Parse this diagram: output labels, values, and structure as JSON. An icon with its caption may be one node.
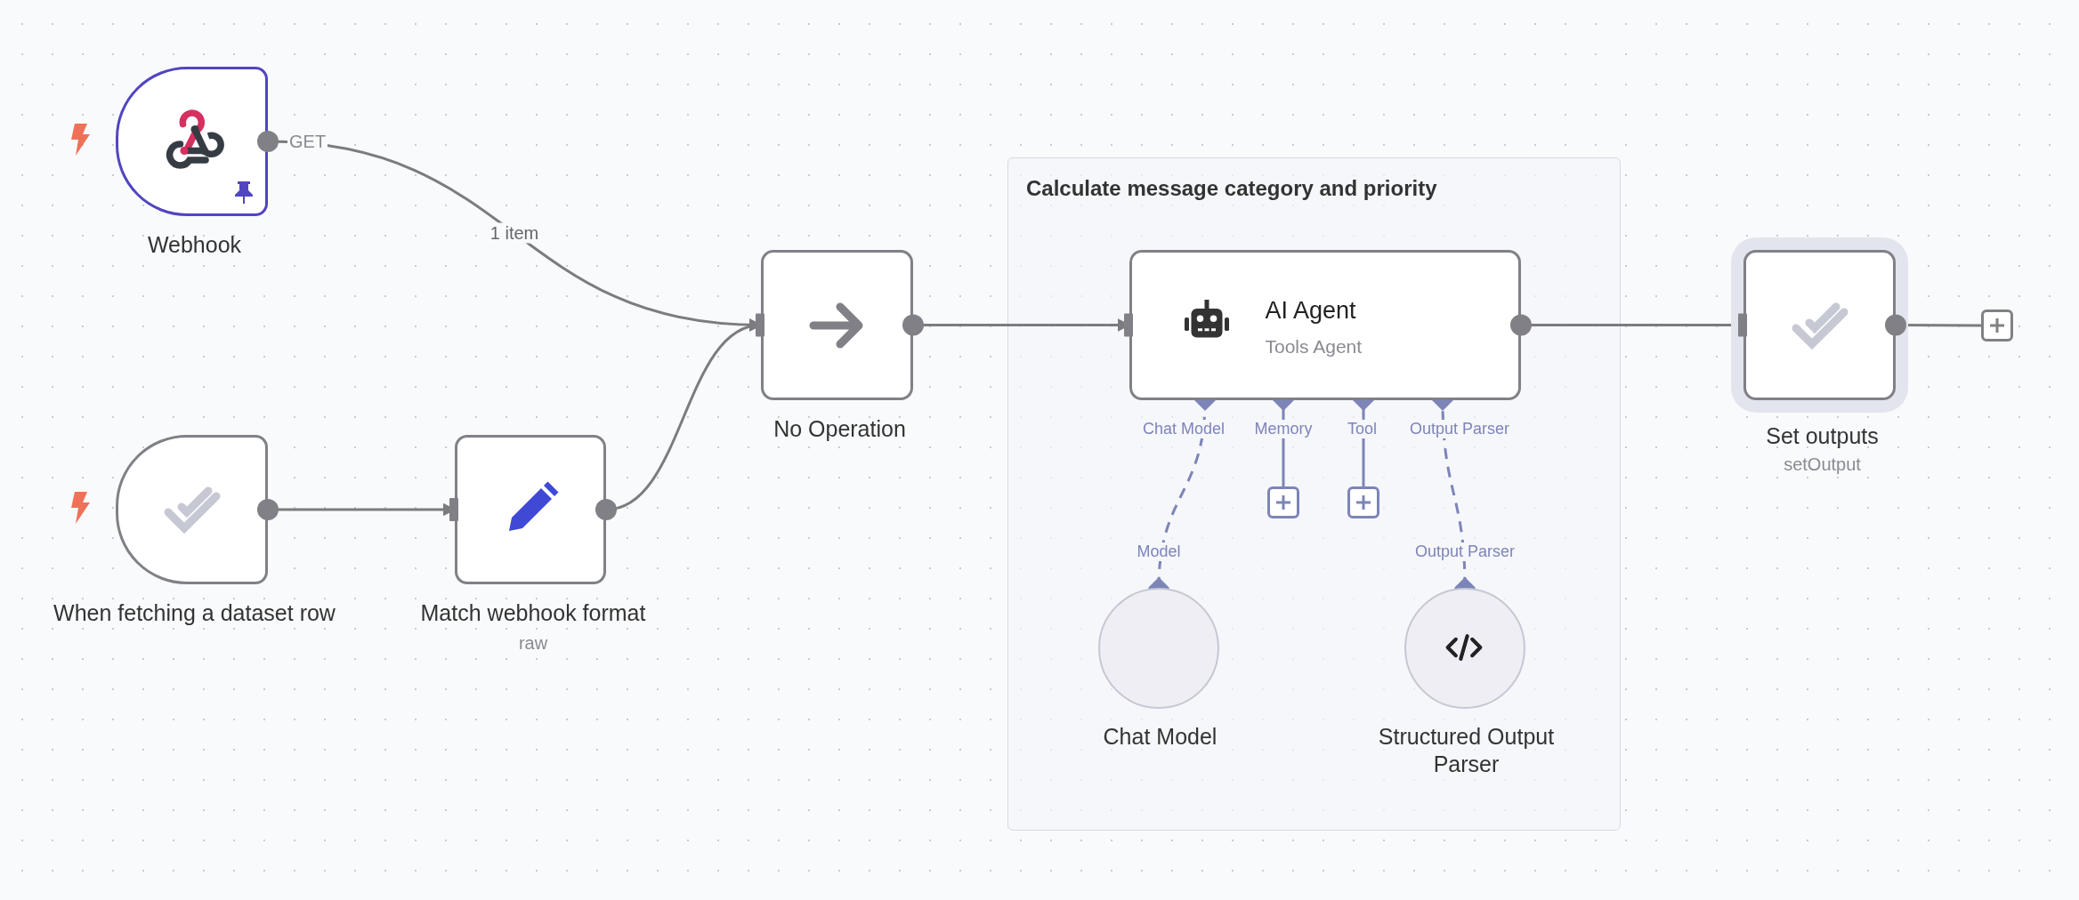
{
  "diagram": {
    "nodes": [
      {
        "text": [
          "Webhook"
        ]
      },
      {
        "text": [
          "When fetching a dataset row"
        ]
      },
      {
        "text": [
          "Match webhook format"
        ],
        "beside": [
          "raw"
        ]
      },
      {
        "text": [
          "No Operation"
        ]
      },
      {
        "text": [
          "Calculate message category and priority"
        ]
      },
      {
        "text": [
          "AI Agent",
          "Tools Agent"
        ],
        "in": 4
      },
      {
        "text": [
          "Chat Model"
        ],
        "in": 4
      },
      {
        "text": [
          "Structured Output Parser"
        ],
        "in": 4
      },
      {
        "text": [
          "Set outputs"
        ],
        "beside": [
          "setOutput"
        ]
      },
      {
        "text": [],
        "shape": "box",
        "in": 4
      },
      {
        "text": [],
        "shape": "box",
        "in": 4
      },
      {
        "text": [],
        "shape": "box"
      }
    ],
    "edges": [
      {
        "from": 0,
        "to": 3,
        "arrow": "to",
        "label": "1 item"
      },
      {
        "from": 1,
        "to": 2,
        "arrow": "to"
      },
      {
        "from": 2,
        "to": 3,
        "arrow": "to"
      },
      {
        "from": 3,
        "to": 5,
        "arrow": "to"
      },
      {
        "from": 5,
        "to": 8,
        "arrow": "to"
      },
      {
        "from": 6,
        "to": 5,
        "arrow": "other",
        "style": "dashed",
        "color": "#7d84b8"
      },
      {
        "from": 7,
        "to": 5,
        "arrow": "other",
        "style": "dashed",
        "color": "#7d84b8"
      },
      {
        "from": 5,
        "to": 9,
        "arrow": "other",
        "color": "#7d84b8"
      },
      {
        "from": 5,
        "to": 10,
        "arrow": "other",
        "color": "#7d84b8"
      },
      {
        "from": 8,
        "to": 11,
        "arrow": "none"
      }
    ],
    "labels": [
      "GET",
      "Chat Model",
      "Memory",
      "Tool",
      "Output Parser",
      "Model",
      "Output Parser"
    ]
  }
}
